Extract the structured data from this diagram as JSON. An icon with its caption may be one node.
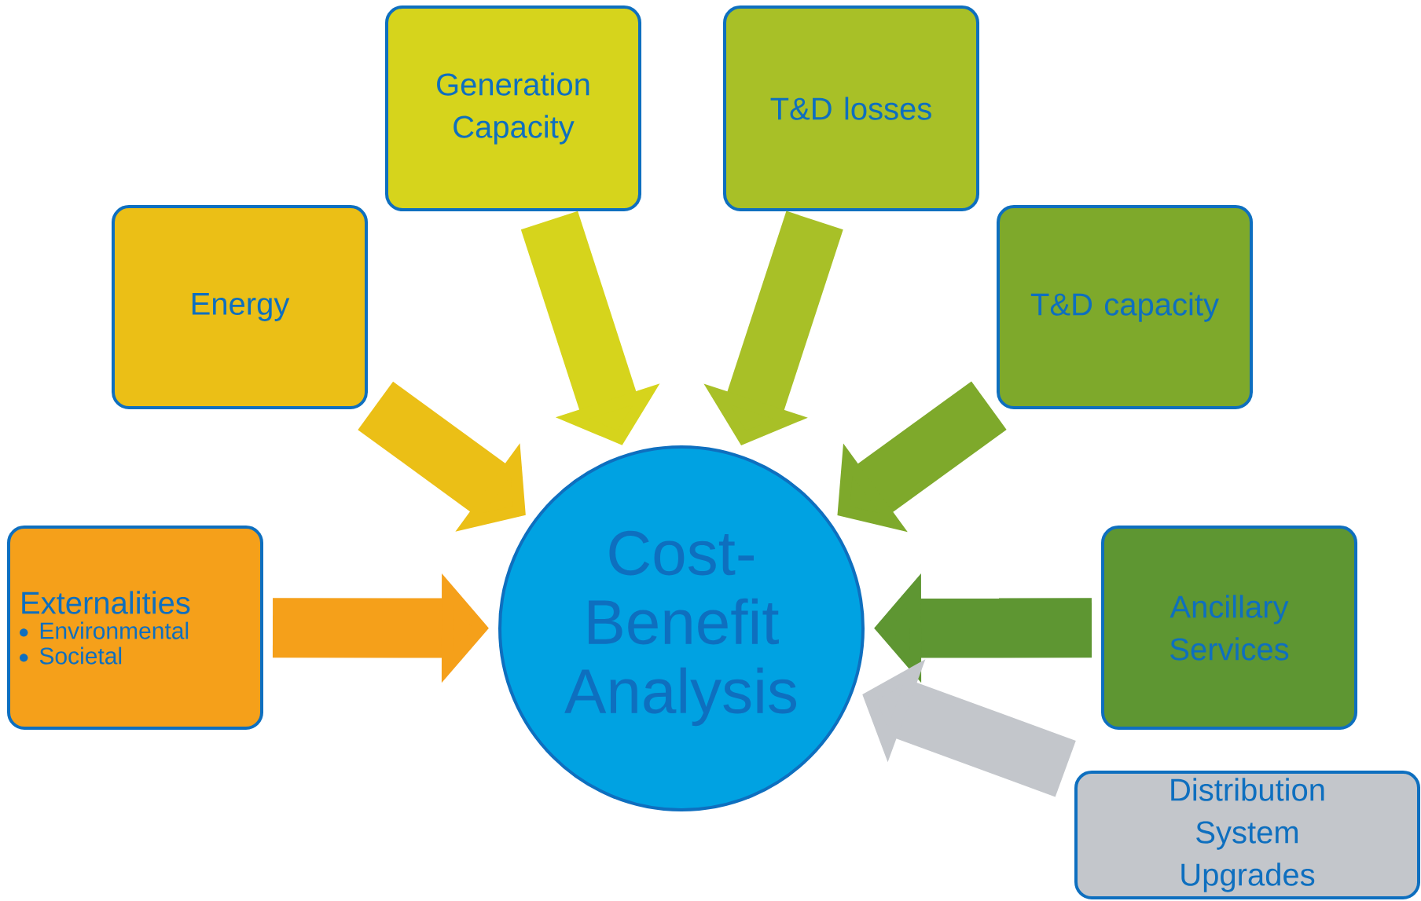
{
  "diagram": {
    "nodes": [
      {
        "text": [
          "Generation Capacity"
        ]
      },
      {
        "text": [
          "T&D losses"
        ]
      },
      {
        "text": [
          "Energy"
        ]
      },
      {
        "text": [
          "T&D capacity"
        ]
      },
      {
        "text": [
          "Externalities",
          "Environmental",
          "Societal"
        ]
      },
      {
        "text": [
          "Cost-Benefit Analysis"
        ]
      },
      {
        "text": [
          "Ancillary Services"
        ]
      },
      {
        "text": [
          "Distribution System Upgrades"
        ]
      }
    ],
    "edges": [
      {
        "from": 0,
        "to": 5,
        "arrow": "to",
        "color": "#d6d41c"
      },
      {
        "from": 1,
        "to": 5,
        "arrow": "to",
        "color": "#a8c027"
      },
      {
        "from": 2,
        "to": 5,
        "arrow": "to",
        "color": "#ebbf16"
      },
      {
        "from": 3,
        "to": 5,
        "arrow": "to",
        "color": "#7ea92b"
      },
      {
        "from": 4,
        "to": 5,
        "arrow": "to",
        "color": "#f5a01a"
      },
      {
        "from": 6,
        "to": 5,
        "arrow": "to",
        "color": "#5e9632"
      },
      {
        "from": 7,
        "to": 5,
        "arrow": "to",
        "color": "#c3c6cb"
      }
    ]
  }
}
